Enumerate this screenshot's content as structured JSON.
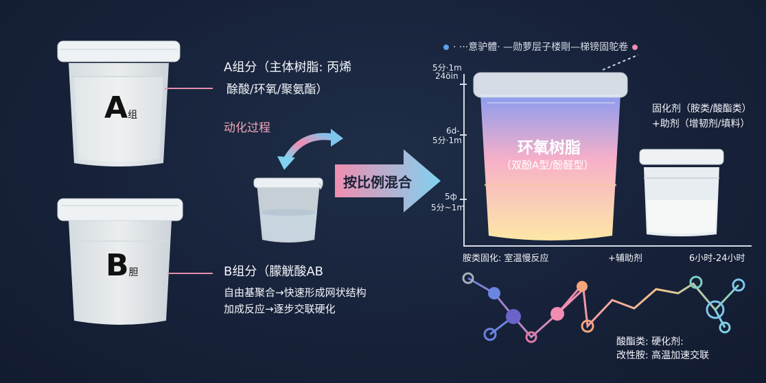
{
  "left": {
    "a_letter": "A",
    "a_sub": "组",
    "a_title": "A组分（主体树脂: 丙烯",
    "a_line2": "酴酸/环氧/聚氨酯）",
    "b_letter": "B",
    "b_sub": "胆",
    "b_title": "B组分（朦觥酸AB",
    "b_line2": "自由基聚合→快速形成网状结构",
    "b_line3": "加成反应→逐步交联硬化"
  },
  "middle": {
    "process_label": "动化过程",
    "mix_label": "按比例混合"
  },
  "right": {
    "top_legend": "· ···意驴體· —勋萝层子楼剛—梯镑固鸵卷",
    "tick_top_1": "5分·1m",
    "tick_top_2": "24öin",
    "tick_mid_1": "6d-",
    "tick_mid_2": "5分·1m",
    "tick_low_1": "5ф",
    "tick_low_2": "5分~1m",
    "resin_title": "环氧树脂",
    "resin_sub": "（双酚A型/酚醛型）",
    "hardener_line1": "固化剂（胺类/酸酯类）",
    "hardener_line2": "+助剂（增韧剂/填料）",
    "axis_label_1": "胺类固化: 室温慢反应",
    "axis_label_2": "+辅助剂",
    "axis_label_3": "6小时-24小时",
    "bottom_line1": "酸酯类: 硬化剂:",
    "bottom_line2": "改性胺: 高温加速交联"
  },
  "colors": {
    "background": "#17223a",
    "pink_connector": "#e58fb0",
    "arrow_start": "#f08db0",
    "arrow_end": "#7fd2f0",
    "process_label": "#f2a6b8",
    "gradient_top": "#8a9cf0",
    "gradient_mid": "#f7b0c8",
    "gradient_bottom": "#fde7a6"
  }
}
